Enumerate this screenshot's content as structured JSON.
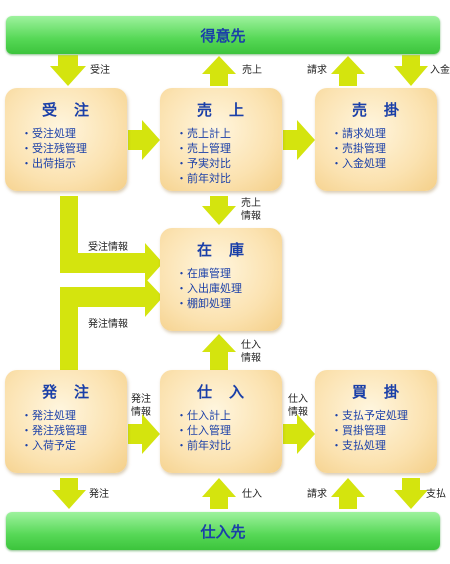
{
  "customer_bar": {
    "label": "得意先"
  },
  "supplier_bar": {
    "label": "仕入先"
  },
  "boxes": {
    "juchu": {
      "title": "受　注",
      "items": [
        "・受注処理",
        "・受注残管理",
        "・出荷指示"
      ]
    },
    "uriage": {
      "title": "売　上",
      "items": [
        "・売上計上",
        "・売上管理",
        "・予実対比",
        "・前年対比"
      ]
    },
    "urikake": {
      "title": "売　掛",
      "items": [
        "・請求処理",
        "・売掛管理",
        "・入金処理"
      ]
    },
    "zaiko": {
      "title": "在　庫",
      "items": [
        "・在庫管理",
        "・入出庫処理",
        "・棚卸処理"
      ]
    },
    "hacchu": {
      "title": "発　注",
      "items": [
        "・発注処理",
        "・発注残管理",
        "・入荷予定"
      ]
    },
    "shiire": {
      "title": "仕　入",
      "items": [
        "・仕入計上",
        "・仕入管理",
        "・前年対比"
      ]
    },
    "kaikake": {
      "title": "買　掛",
      "items": [
        "・支払予定処理",
        "・買掛管理",
        "・支払処理"
      ]
    }
  },
  "arrow_labels": {
    "order_in": "受注",
    "sales_up": "売上",
    "billing_up": "請求",
    "payment_in": "入金",
    "sales_info_1": "売上",
    "sales_info_2": "情報",
    "order_info": "受注情報",
    "purchase_order_info": "発注情報",
    "purchase_info_1": "仕入",
    "purchase_info_2": "情報",
    "po_info_1": "発注",
    "po_info_2": "情報",
    "purchase_info_right_1": "仕入",
    "purchase_info_right_2": "情報",
    "order_out": "発注",
    "purchase_in": "仕入",
    "billing_in": "請求",
    "payment_out": "支払"
  },
  "colors": {
    "arrow": "#d4e40e",
    "title_text": "#1a3fa8",
    "bar": "#56d856",
    "box": "#fbe2b0"
  }
}
